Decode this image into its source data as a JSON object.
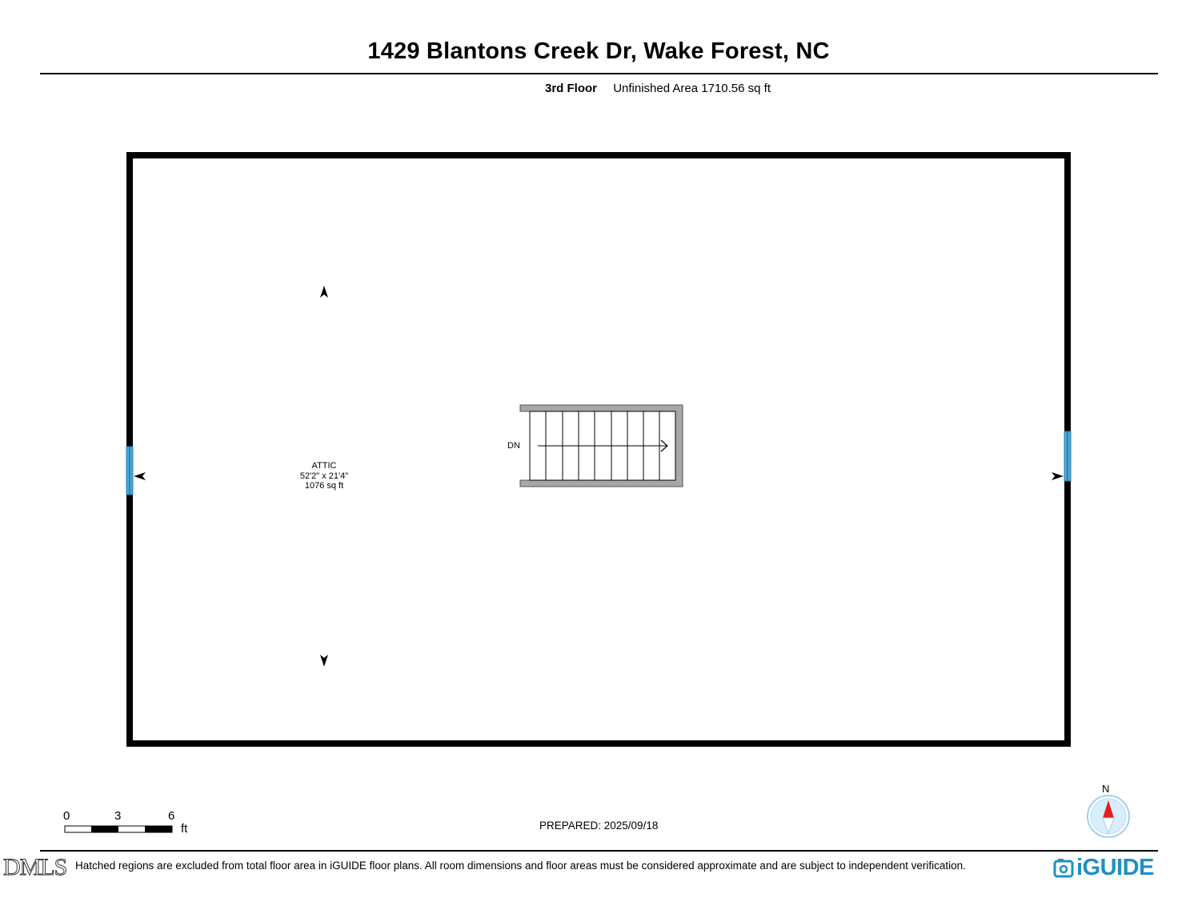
{
  "header": {
    "title": "1429 Blantons Creek Dr, Wake Forest, NC",
    "floor_name": "3rd Floor",
    "floor_area": "Unfinished Area 1710.56 sq ft"
  },
  "room": {
    "name": "ATTIC",
    "dimensions": "52'2\" x 21'4\"",
    "area": "1076 sq ft"
  },
  "stairs": {
    "label": "DN"
  },
  "scale_bar": {
    "ticks": [
      "0",
      "3",
      "6"
    ],
    "unit": "ft"
  },
  "prepared": "PREPARED: 2025/09/18",
  "compass": {
    "north_label": "N"
  },
  "footer": {
    "disclaimer": "Hatched regions are excluded from total floor area in iGUIDE floor plans. All room dimensions and floor areas must be considered approximate and are subject to independent verification.",
    "watermark": "DMLS",
    "brand": "iGUIDE"
  },
  "colors": {
    "wall": "#000000",
    "window": "#4aa8d8",
    "stair_fill": "#a7a7a7",
    "compass_needle": "#e0201c",
    "compass_ring": "#9fd1ef",
    "brand": "#1f8fc4"
  }
}
